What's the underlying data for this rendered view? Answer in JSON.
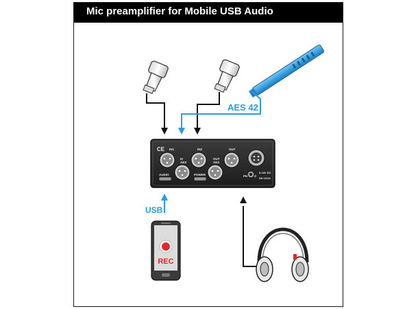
{
  "header": {
    "title": "Mic preamplifier for Mobile USB Audio"
  },
  "labels": {
    "aes42": "AES 42",
    "usb": "USB",
    "phone_rec": "REC"
  },
  "device": {
    "ce": "CE",
    "in1": "IN1",
    "in2": "IN2",
    "out": "OUT",
    "in1_aes": "III\nAES",
    "out_aes": "OUT\nAES",
    "audio": "AUDIO",
    "power": "POWER",
    "phones": "PHONES",
    "dc": "9-18V DC",
    "sn": "SN 1XXX"
  },
  "colors": {
    "accent": "#2b9be3",
    "line": "#111111",
    "rec": "#e8242a",
    "device": "#2a2a2a"
  }
}
